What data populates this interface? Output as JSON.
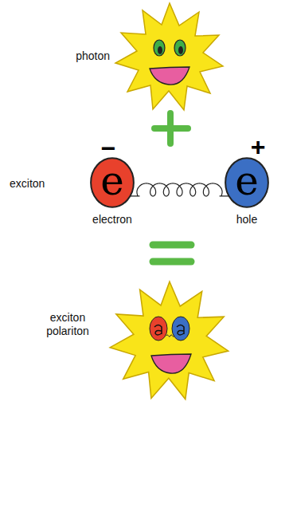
{
  "diagram": {
    "nodes": [
      {
        "text": [
          "e",
          "electron"
        ]
      },
      {
        "text": [
          "e",
          "hole"
        ]
      }
    ],
    "edges": [
      {
        "from": 0,
        "to": 1,
        "arrow": "none"
      }
    ],
    "labels": [
      "photon",
      "exciton",
      "exciton polariton",
      "−",
      "+"
    ]
  }
}
